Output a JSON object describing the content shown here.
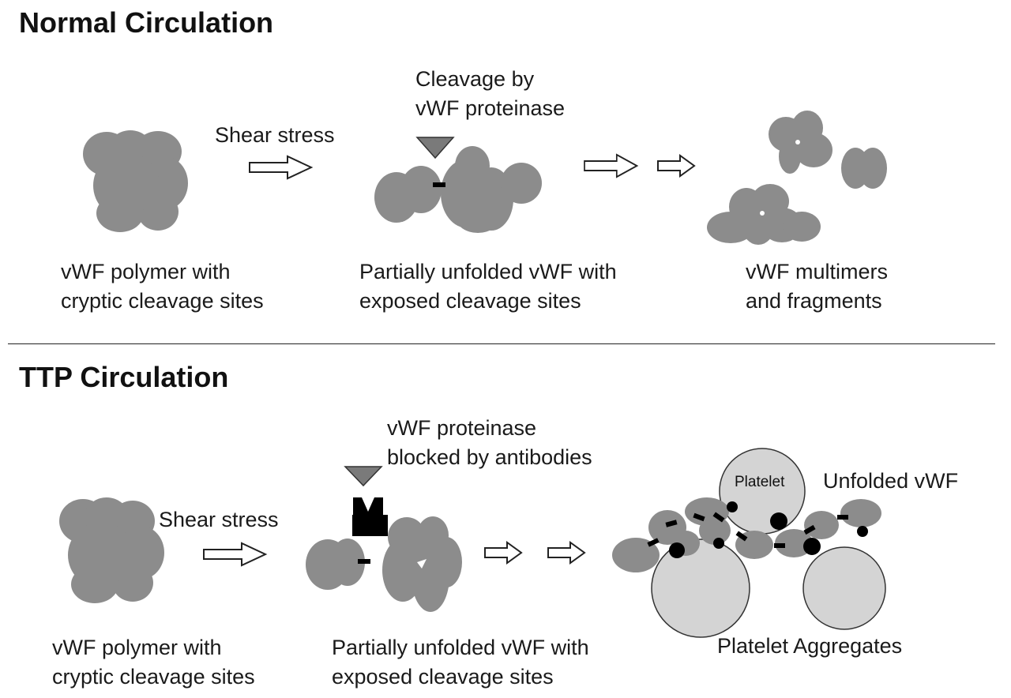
{
  "normal": {
    "title": "Normal Circulation",
    "shear_label": "Shear stress",
    "cleavage_label_lines": [
      "Cleavage by",
      "vWF proteinase"
    ],
    "polymer_caption": [
      "vWF polymer with",
      "cryptic cleavage sites"
    ],
    "unfolded_caption": [
      "Partially unfolded vWF with",
      "exposed cleavage sites"
    ],
    "products_caption": [
      "vWF multimers",
      "and fragments"
    ]
  },
  "ttp": {
    "title": "TTP Circulation",
    "shear_label": "Shear stress",
    "blocked_label_lines": [
      "vWF proteinase",
      "blocked by antibodies"
    ],
    "platelet_label": "Platelet",
    "unfolded_vwf_label": "Unfolded vWF",
    "polymer_caption": [
      "vWF polymer with",
      "cryptic cleavage sites"
    ],
    "unfolded_caption": [
      "Partially unfolded vWF with",
      "exposed cleavage sites"
    ],
    "aggregates_caption": "Platelet Aggregates"
  },
  "colors": {
    "vwf_blob": "#8c8c8c",
    "platelet": "#d4d4d4",
    "proteinase": "#7a7a7a",
    "ink": "#000000"
  },
  "icons": [
    "arrow-icon",
    "proteinase-triangle-icon",
    "antibody-icon",
    "cleavage-site-icon"
  ]
}
